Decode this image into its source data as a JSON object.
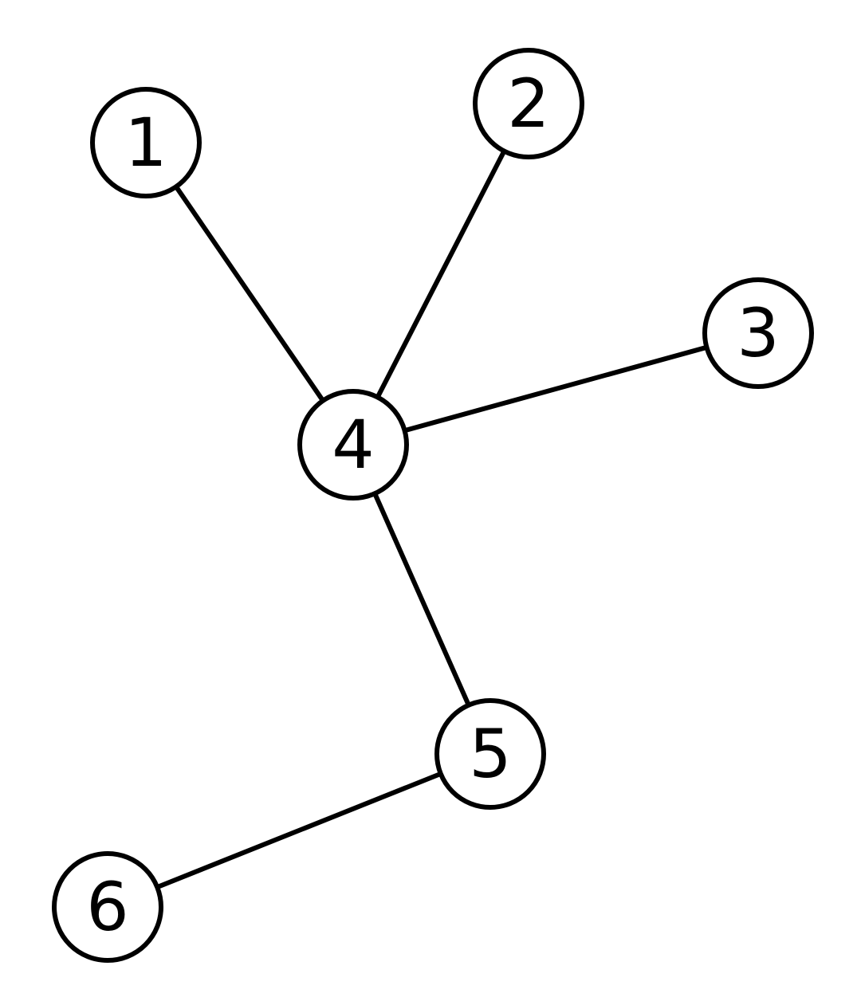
{
  "graph": {
    "nodes": [
      {
        "id": "1",
        "label": "1"
      },
      {
        "id": "2",
        "label": "2"
      },
      {
        "id": "3",
        "label": "3"
      },
      {
        "id": "4",
        "label": "4"
      },
      {
        "id": "5",
        "label": "5"
      },
      {
        "id": "6",
        "label": "6"
      }
    ],
    "edges": [
      {
        "from": "1",
        "to": "4"
      },
      {
        "from": "2",
        "to": "4"
      },
      {
        "from": "3",
        "to": "4"
      },
      {
        "from": "4",
        "to": "5"
      },
      {
        "from": "5",
        "to": "6"
      }
    ],
    "colors": {
      "stroke": "#000000",
      "node_fill": "#ffffff",
      "background": "#ffffff"
    }
  }
}
